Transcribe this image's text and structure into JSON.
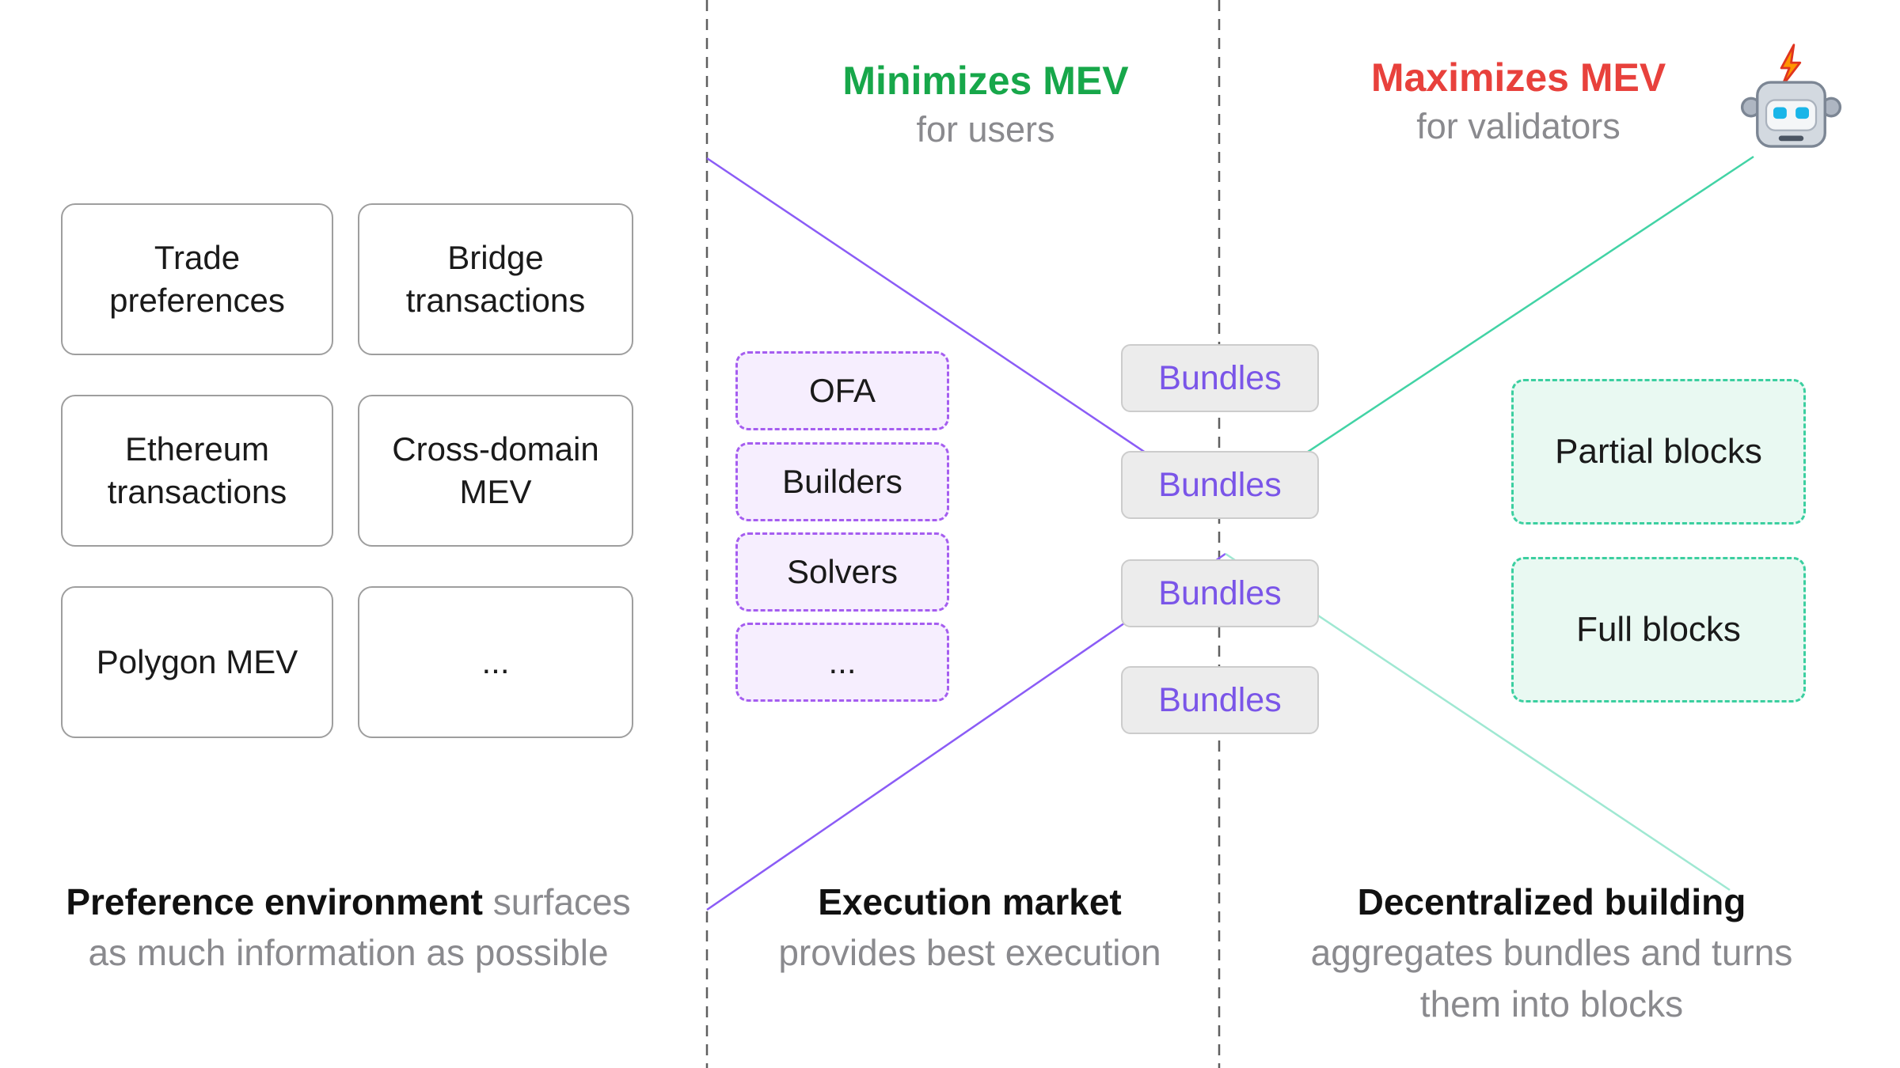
{
  "colors": {
    "minimize_green": "#17a74a",
    "maximize_red": "#e8413c",
    "purple_accent": "#8b5cf6",
    "teal_accent": "#42d3a5",
    "gray_text": "#8a8a8e"
  },
  "preference": {
    "boxes": [
      "Trade preferences",
      "Bridge transactions",
      "Ethereum transactions",
      "Cross-domain MEV",
      "Polygon MEV",
      "..."
    ],
    "caption_bold": "Preference environment",
    "caption_gray": "surfaces as much information as possible"
  },
  "execution": {
    "header_title": "Minimizes MEV",
    "header_sub": "for users",
    "actors": [
      "OFA",
      "Builders",
      "Solvers",
      "..."
    ],
    "bundles": [
      "Bundles",
      "Bundles",
      "Bundles",
      "Bundles"
    ],
    "caption_bold": "Execution market",
    "caption_gray": "provides best execution"
  },
  "building": {
    "header_title": "Maximizes MEV",
    "header_sub": "for validators",
    "blocks": [
      "Partial blocks",
      "Full blocks"
    ],
    "caption_bold": "Decentralized building",
    "caption_gray": "aggregates bundles and turns them into blocks"
  }
}
